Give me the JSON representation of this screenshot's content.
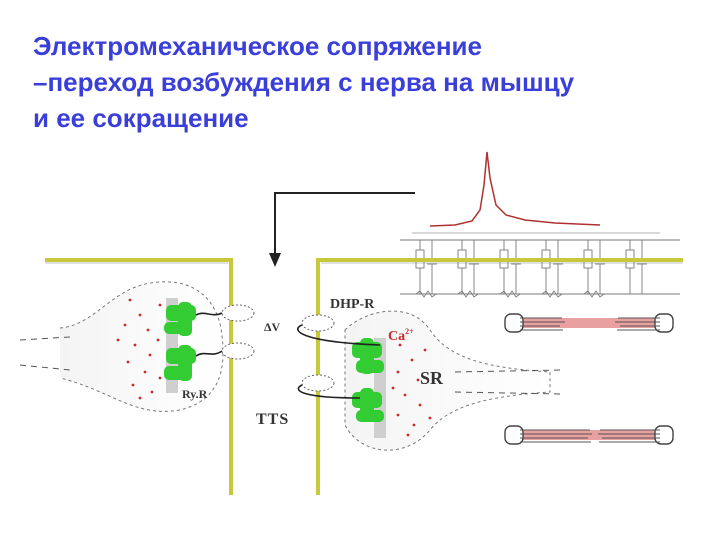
{
  "title": {
    "line1": "Электромеханическое сопряжение",
    "line2": "–переход возбуждения с нерва  на мышцу",
    "line3": "и ее  сокращение"
  },
  "labels": {
    "dhpr": "DHP-R",
    "delta_v": "ΔV",
    "ca": "Ca",
    "ca_sup": "2+",
    "sr": "SR",
    "ryr": "Ry.R",
    "tts": "TTS"
  },
  "colors": {
    "title": "#3b3fd9",
    "membrane": "#c8c83c",
    "receptor": "#33cc33",
    "calcium": "#cc2b2b",
    "spike": "#b03030"
  }
}
